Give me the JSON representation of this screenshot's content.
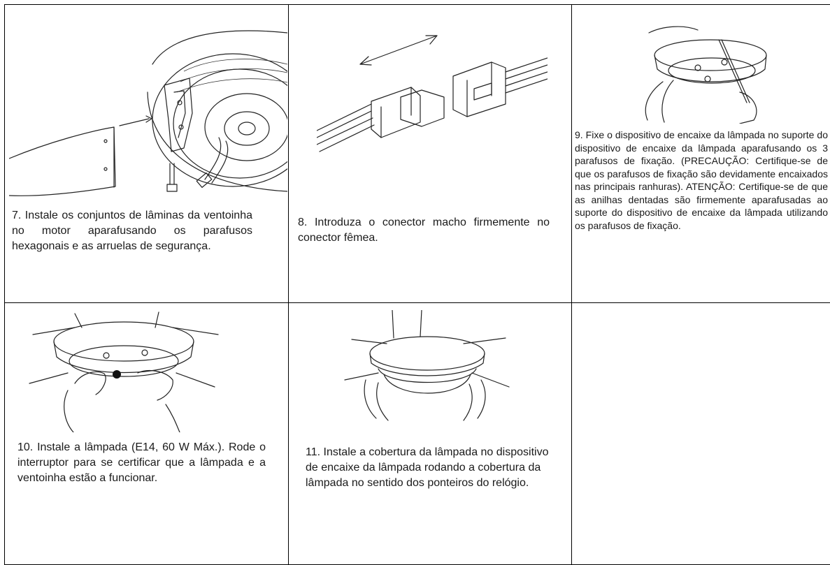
{
  "steps": [
    {
      "number": "7",
      "caption": "7. Instale os conjuntos de lâminas da ventoinha no motor aparafusando os parafusos hexagonais e as arruelas de segurança.",
      "illustration": "blade-assembly-illustration"
    },
    {
      "number": "8",
      "caption": "8. Introduza o conector macho firmemente no conector fêmea.",
      "illustration": "connector-illustration"
    },
    {
      "number": "9",
      "caption": "9. Fixe o dispositivo de encaixe da lâmpada no suporte do dispositivo de encaixe da lâmpada aparafusando os 3 parafusos de fixação. (PRECAUÇÃO: Certifique-se de que os parafusos de fixação são devidamente encaixados nas principais ranhuras). ATENÇÃO: Certifique-se de que as anilhas dentadas são firmemente aparafusadas ao suporte do dispositivo de encaixe da lâmpada utilizando os parafusos de fixação.",
      "illustration": "lamp-fitting-illustration"
    },
    {
      "number": "10",
      "caption": "10. Instale a lâmpada (E14, 60 W Máx.). Rode o interruptor para se certificar que a lâmpada e a ventoinha estão a funcionar.",
      "illustration": "bulb-illustration"
    },
    {
      "number": "11",
      "caption": "11. Instale a cobertura da lâmpada no dispositivo de encaixe da lâmpada rodando a cobertura da lâmpada no sentido dos ponteiros do relógio.",
      "illustration": "lamp-cover-illustration"
    }
  ]
}
